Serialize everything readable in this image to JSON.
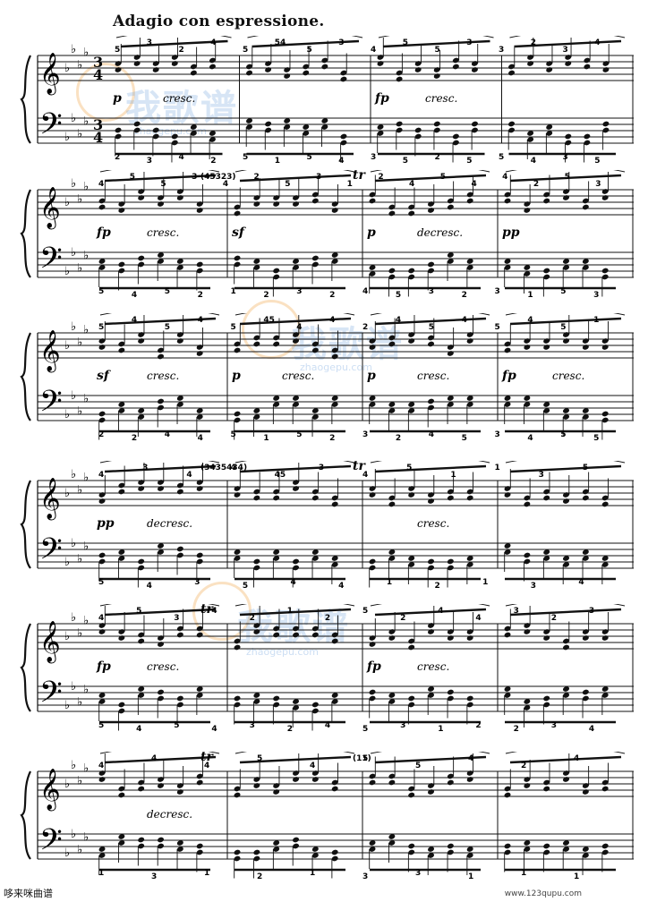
{
  "score": {
    "tempo": "Adagio con espressione.",
    "time_signature": {
      "top": "3",
      "bottom": "4"
    },
    "key_flats": 4,
    "systems": [
      {
        "dynamics": [
          "p",
          "fp"
        ],
        "expressions": [
          "cresc.",
          "cresc."
        ],
        "fingerings": [
          "5",
          "3",
          "2",
          "4",
          "5",
          "54",
          "5",
          "3",
          "4",
          "5",
          "5",
          "3",
          "3",
          "2",
          "3",
          "4",
          "2",
          "3",
          "4",
          "2",
          "5",
          "1",
          "5",
          "4",
          "3",
          "5",
          "2",
          "5",
          "5",
          "4",
          "3",
          "5"
        ]
      },
      {
        "dynamics": [
          "fp",
          "sf",
          "p",
          "pp"
        ],
        "expressions": [
          "cresc.",
          "decresc."
        ],
        "ornaments": [
          "(45323)",
          "tr"
        ],
        "fingerings": [
          "4",
          "5",
          "5",
          "3",
          "4",
          "2",
          "5",
          "3",
          "1",
          "2",
          "4",
          "5",
          "4",
          "4",
          "2",
          "5",
          "3",
          "5",
          "4",
          "5",
          "2",
          "1",
          "2",
          "3",
          "2",
          "4",
          "5",
          "3",
          "2",
          "3",
          "1",
          "5",
          "3"
        ]
      },
      {
        "dynamics": [
          "sf",
          "p",
          "p",
          "fp"
        ],
        "expressions": [
          "cresc.",
          "cresc.",
          "cresc.",
          "cresc."
        ],
        "fingerings": [
          "5",
          "4",
          "5",
          "4",
          "5",
          "45",
          "4",
          "4",
          "2",
          "4",
          "5",
          "4",
          "5",
          "4",
          "5",
          "1",
          "2",
          "2",
          "4",
          "4",
          "5",
          "1",
          "5",
          "2",
          "3",
          "2",
          "4",
          "5",
          "3",
          "4",
          "5",
          "5"
        ]
      },
      {
        "dynamics": [
          "pp"
        ],
        "expressions": [
          "decresc.",
          "cresc."
        ],
        "ornaments": [
          "(3435434)",
          "tr"
        ],
        "fingerings": [
          "4",
          "3",
          "4",
          "4",
          "45",
          "3",
          "4",
          "5",
          "1",
          "1",
          "3",
          "5",
          "5",
          "4",
          "3",
          "5",
          "4",
          "4",
          "1",
          "2",
          "1",
          "3",
          "4"
        ]
      },
      {
        "dynamics": [
          "fp",
          "fp"
        ],
        "expressions": [
          "cresc.",
          "cresc."
        ],
        "ornaments": [
          "tr"
        ],
        "fingerings": [
          "4",
          "5",
          "3",
          "4",
          "2",
          "1",
          "2",
          "5",
          "2",
          "4",
          "4",
          "3",
          "2",
          "3",
          "5",
          "4",
          "5",
          "4",
          "3",
          "2",
          "4",
          "5",
          "3",
          "1",
          "2",
          "2",
          "3",
          "4"
        ]
      },
      {
        "dynamics": [],
        "expressions": [
          "decresc."
        ],
        "ornaments": [
          "tr",
          "(11)"
        ],
        "fingerings": [
          "4",
          "4",
          "4",
          "5",
          "4",
          "5",
          "5",
          "4",
          "2",
          "4",
          "1",
          "3",
          "1",
          "2",
          "1",
          "3",
          "3",
          "1",
          "1",
          "1"
        ]
      }
    ]
  },
  "footer": {
    "site_name": "哆来咪曲谱",
    "site_url": "www.123qupu.com"
  },
  "watermark": {
    "text": "我歌谱",
    "subtext": "zhaogepu.com",
    "color": "#6ea0dc"
  }
}
